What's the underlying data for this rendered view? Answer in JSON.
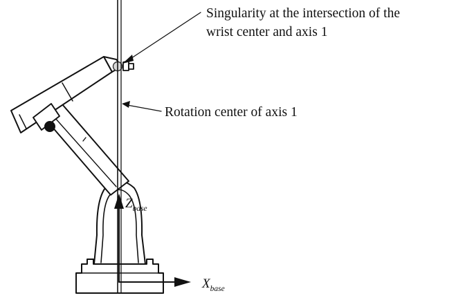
{
  "annotations": {
    "singularity_line1": "Singularity at the intersection of the",
    "singularity_line2": "wrist center and axis 1",
    "rotation_center": "Rotation center of axis 1"
  },
  "axes": {
    "z_main": "Z",
    "z_sub": "base",
    "x_main": "X",
    "x_sub": "base"
  }
}
